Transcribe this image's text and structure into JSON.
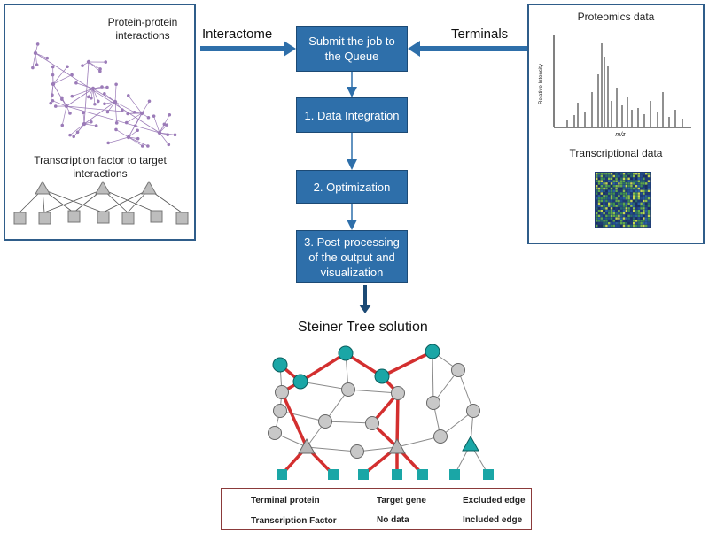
{
  "left_panel": {
    "ppi_label": "Protein-protein interactions",
    "tf_label": "Transcription factor to target interactions"
  },
  "right_panel": {
    "proteomics_label": "Proteomics data",
    "transcriptional_label": "Transcriptional data",
    "ms_axis_y": "Relative Intensity",
    "ms_axis_x": "m/z"
  },
  "flow": {
    "interactome_label": "Interactome",
    "terminals_label": "Terminals",
    "steps": [
      "Submit the job to the Queue",
      "1. Data Integration",
      "2. Optimization",
      "3. Post-processing of the output and visualization"
    ]
  },
  "solution_title": "Steiner Tree solution",
  "legend": {
    "terminal_protein": "Terminal protein",
    "transcription_factor": "Transcription Factor",
    "target_gene": "Target gene",
    "no_data": "No data",
    "excluded_edge": "Excluded edge",
    "included_edge": "Included edge"
  },
  "colors": {
    "panel_border": "#2f5d8a",
    "step_fill": "#2e6faa",
    "terminal": "#1aa6a6",
    "no_data": "#c8c8c8",
    "included_edge": "#d32f2f",
    "excluded_edge": "#a0a0a0",
    "network": "#9b7bb8"
  }
}
